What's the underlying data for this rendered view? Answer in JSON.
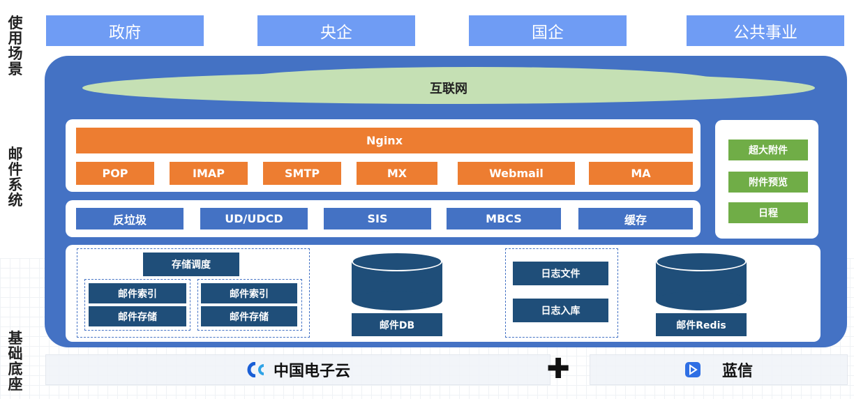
{
  "side_labels": {
    "usage": "使\n用\n场\n景",
    "mail_system": "邮\n件\n系\n统",
    "infra": "基\n础\n底\n座"
  },
  "scenarios": [
    "政府",
    "央企",
    "国企",
    "公共事业"
  ],
  "internet": "互联网",
  "nginx": "Nginx",
  "protocols": [
    "POP",
    "IMAP",
    "SMTP",
    "MX",
    "Webmail",
    "MA"
  ],
  "services": [
    "反垃圾",
    "UD/UDCD",
    "SIS",
    "MBCS",
    "缓存"
  ],
  "features": [
    "超大附件",
    "附件预览",
    "日程"
  ],
  "storage": {
    "schedule": "存储调度",
    "index": "邮件索引",
    "store": "邮件存储",
    "db": "邮件DB",
    "log_file": "日志文件",
    "log_import": "日志入库",
    "redis": "邮件Redis"
  },
  "partners": {
    "cloud_name": "中国电子云",
    "lanxin": "蓝信",
    "plus": "✚"
  },
  "colors": {
    "scene_blue": "#6f9cf4",
    "panel_blue": "#4472c4",
    "orange": "#ed7d31",
    "green": "#70ad47",
    "navy": "#1f4e79",
    "cloud_green": "#c5e0b4"
  },
  "icons": [
    "cloud-logo-icon",
    "lanxin-logo-icon"
  ]
}
